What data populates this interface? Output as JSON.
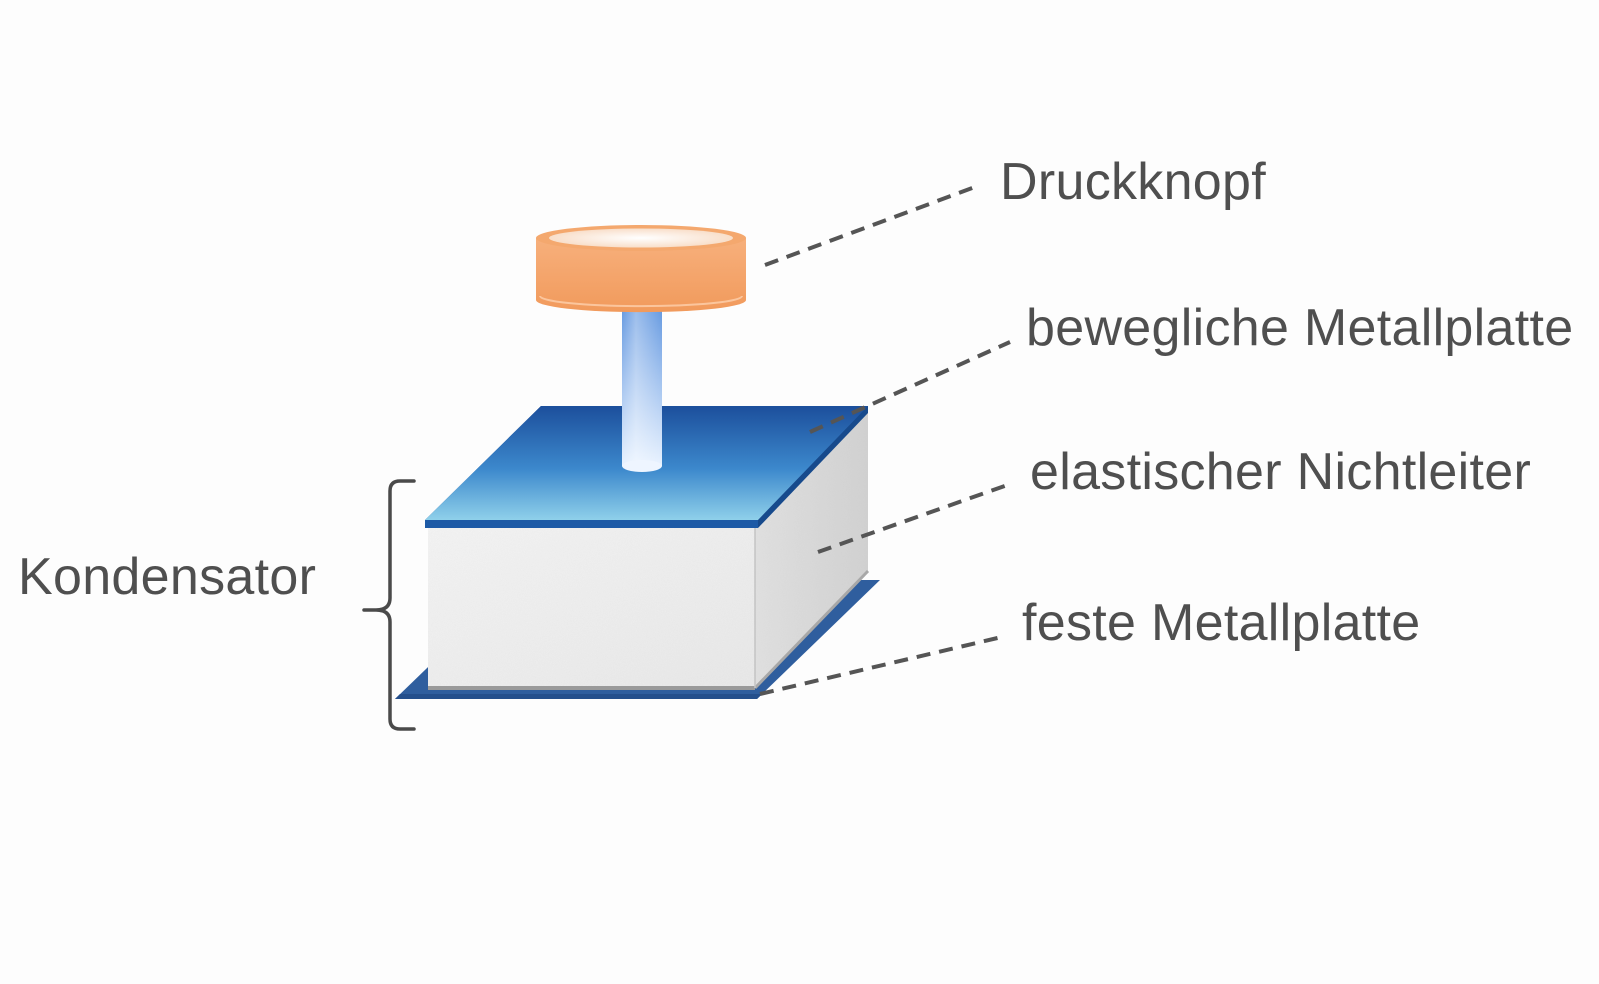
{
  "labels": {
    "druckknopf": "Druckknopf",
    "bewegliche_metallplatte": "bewegliche Metallplatte",
    "elastischer_nichtleiter": "elastischer Nichtleiter",
    "feste_metallplatte": "feste Metallplatte",
    "kondensator": "Kondensator"
  },
  "colors": {
    "background": "#fdfdfd",
    "label_text": "#4f4f4f",
    "leader_line": "#555555",
    "button_orange": "#f2a46c",
    "stem_blue": "#6f9fe0",
    "top_plate_blue": "#1f5fae",
    "bottom_plate_blue": "#2f5e9e",
    "dielectric_gray": "#eeeeee"
  },
  "icons": {
    "bracket": "curly-brace"
  }
}
